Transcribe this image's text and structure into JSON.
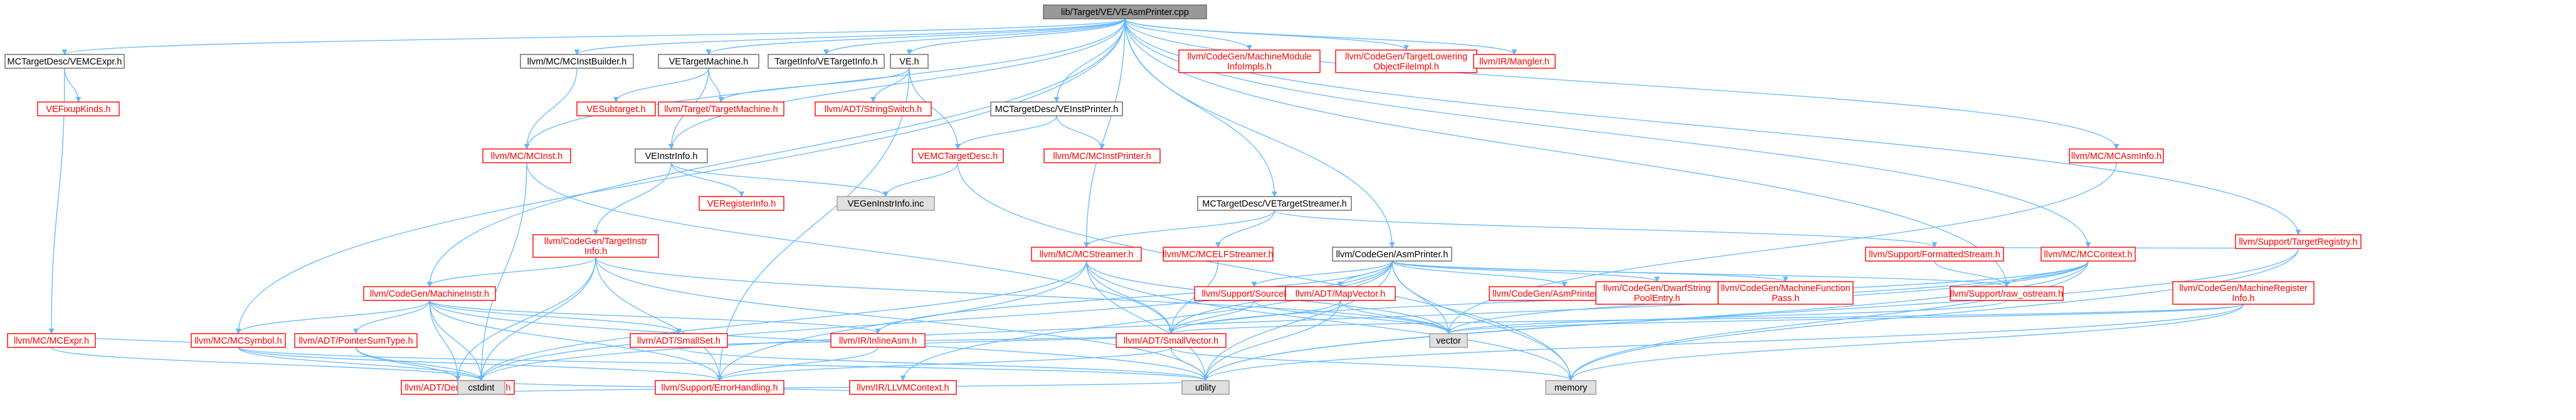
{
  "colors": {
    "root_fill": "#999999",
    "normal_fill": "#ffffff",
    "normal_border": "#666666",
    "normal_text": "#000000",
    "linked_border": "#ff0000",
    "linked_text": "#ff0000",
    "external_fill": "#e0e0e0",
    "external_border": "#999999",
    "edge": "#63b8ff"
  },
  "nodes": [
    {
      "id": "root",
      "kind": "root",
      "label": "lib/Target/VE/VEAsmPrinter.cpp"
    },
    {
      "id": "vemcexpr",
      "kind": "normal",
      "label": "MCTargetDesc/VEMCExpr.h"
    },
    {
      "id": "vefixupkinds",
      "kind": "linked",
      "label": "VEFixupKinds.h"
    },
    {
      "id": "mcexpr",
      "kind": "linked",
      "label": "llvm/MC/MCExpr.h"
    },
    {
      "id": "mcinstbuilder",
      "kind": "normal",
      "label": "llvm/MC/MCInstBuilder.h"
    },
    {
      "id": "mcinst",
      "kind": "linked",
      "label": "llvm/MC/MCInst.h"
    },
    {
      "id": "vetargetmachine",
      "kind": "normal",
      "label": "VETargetMachine.h"
    },
    {
      "id": "vesubtarget",
      "kind": "linked",
      "label": "VESubtarget.h"
    },
    {
      "id": "targetmachine",
      "kind": "linked",
      "label": "llvm/Target/TargetMachine.h"
    },
    {
      "id": "vetargetinfo",
      "kind": "normal",
      "label": "TargetInfo/VETargetInfo.h"
    },
    {
      "id": "ve",
      "kind": "normal",
      "label": "VE.h"
    },
    {
      "id": "stringswitch",
      "kind": "linked",
      "label": "llvm/ADT/StringSwitch.h"
    },
    {
      "id": "veinstprinter",
      "kind": "normal",
      "label": "MCTargetDesc/VEInstPrinter.h"
    },
    {
      "id": "vemctargetdesc",
      "kind": "linked",
      "label": "VEMCTargetDesc.h"
    },
    {
      "id": "mcinstprinter",
      "kind": "linked",
      "label": "llvm/MC/MCInstPrinter.h"
    },
    {
      "id": "veinstrinfo",
      "kind": "normal",
      "label": "VEInstrInfo.h"
    },
    {
      "id": "veregisterinfo",
      "kind": "linked",
      "label": "VERegisterInfo.h"
    },
    {
      "id": "vegeninstrinfo",
      "kind": "external",
      "label": "VEGenInstrInfo.inc"
    },
    {
      "id": "targetinstrinfo",
      "kind": "linked",
      "label": [
        "llvm/CodeGen/TargetInstr",
        "Info.h"
      ]
    },
    {
      "id": "machineinstr",
      "kind": "linked",
      "label": "llvm/CodeGen/MachineInstr.h"
    },
    {
      "id": "mcsymbol",
      "kind": "linked",
      "label": "llvm/MC/MCSymbol.h"
    },
    {
      "id": "pointersumtype",
      "kind": "linked",
      "label": "llvm/ADT/PointerSumType.h"
    },
    {
      "id": "densemapinfo",
      "kind": "linked",
      "label": "llvm/ADT/DenseMapInfo.h"
    },
    {
      "id": "smallset",
      "kind": "linked",
      "label": "llvm/ADT/SmallSet.h"
    },
    {
      "id": "inlineasm",
      "kind": "linked",
      "label": "llvm/IR/InlineAsm.h"
    },
    {
      "id": "llvmcontext",
      "kind": "linked",
      "label": "llvm/IR/LLVMContext.h"
    },
    {
      "id": "machinemoduleinfoimpls",
      "kind": "linked",
      "label": [
        "llvm/CodeGen/MachineModule",
        "InfoImpls.h"
      ]
    },
    {
      "id": "tloweringobjfile",
      "kind": "linked",
      "label": [
        "llvm/CodeGen/TargetLowering",
        "ObjectFileImpl.h"
      ]
    },
    {
      "id": "mangler",
      "kind": "linked",
      "label": "llvm/IR/Mangler.h"
    },
    {
      "id": "vetargetstreamer",
      "kind": "normal",
      "label": "MCTargetDesc/VETargetStreamer.h"
    },
    {
      "id": "mcstreamer",
      "kind": "linked",
      "label": "llvm/MC/MCStreamer.h"
    },
    {
      "id": "mcelfstreamer",
      "kind": "linked",
      "label": "llvm/MC/MCELFStreamer.h"
    },
    {
      "id": "formattedstream",
      "kind": "linked",
      "label": "llvm/Support/FormattedStream.h"
    },
    {
      "id": "asmprinter",
      "kind": "normal",
      "label": "llvm/CodeGen/AsmPrinter.h"
    },
    {
      "id": "sourcemgr",
      "kind": "linked",
      "label": "llvm/Support/SourceMgr.h"
    },
    {
      "id": "mapvector",
      "kind": "linked",
      "label": "llvm/ADT/MapVector.h"
    },
    {
      "id": "asmprinterhandler",
      "kind": "linked",
      "label": "llvm/CodeGen/AsmPrinterHandler.h"
    },
    {
      "id": "dwarfstringpoolentry",
      "kind": "linked",
      "label": [
        "llvm/CodeGen/DwarfString",
        "PoolEntry.h"
      ]
    },
    {
      "id": "machinefunctionpass",
      "kind": "linked",
      "label": [
        "llvm/CodeGen/MachineFunction",
        "Pass.h"
      ]
    },
    {
      "id": "mcasminfo",
      "kind": "linked",
      "label": "llvm/MC/MCAsmInfo.h"
    },
    {
      "id": "targetregistry",
      "kind": "linked",
      "label": "llvm/Support/TargetRegistry.h"
    },
    {
      "id": "mccontext",
      "kind": "linked",
      "label": "llvm/MC/MCContext.h"
    },
    {
      "id": "rawostream",
      "kind": "linked",
      "label": "llvm/Support/raw_ostream.h"
    },
    {
      "id": "machineregisterinfo",
      "kind": "linked",
      "label": [
        "llvm/CodeGen/MachineRegister",
        "Info.h"
      ]
    },
    {
      "id": "smallvector",
      "kind": "linked",
      "label": "llvm/ADT/SmallVector.h"
    },
    {
      "id": "vector",
      "kind": "external",
      "label": "vector"
    },
    {
      "id": "cstdint",
      "kind": "external",
      "label": "cstdint"
    },
    {
      "id": "errorhandling",
      "kind": "linked",
      "label": "llvm/Support/ErrorHandling.h"
    },
    {
      "id": "utility",
      "kind": "external",
      "label": "utility"
    },
    {
      "id": "memory",
      "kind": "external",
      "label": "memory"
    }
  ],
  "edges": [
    [
      "root",
      "vemcexpr"
    ],
    [
      "root",
      "mcinstbuilder"
    ],
    [
      "root",
      "vetargetmachine"
    ],
    [
      "root",
      "vetargetinfo"
    ],
    [
      "root",
      "ve"
    ],
    [
      "root",
      "machinemoduleinfoimpls"
    ],
    [
      "root",
      "tloweringobjfile"
    ],
    [
      "root",
      "mangler"
    ],
    [
      "root",
      "veinstprinter"
    ],
    [
      "root",
      "veinstrinfo"
    ],
    [
      "root",
      "vetargetstreamer"
    ],
    [
      "root",
      "mcstreamer"
    ],
    [
      "root",
      "asmprinter"
    ],
    [
      "root",
      "mcasminfo"
    ],
    [
      "root",
      "targetregistry"
    ],
    [
      "root",
      "mccontext"
    ],
    [
      "root",
      "rawostream"
    ],
    [
      "root",
      "mcsymbol"
    ],
    [
      "root",
      "machineinstr"
    ],
    [
      "root",
      "mcinst"
    ],
    [
      "vemcexpr",
      "vefixupkinds"
    ],
    [
      "vemcexpr",
      "mcexpr"
    ],
    [
      "mcinstbuilder",
      "mcinst"
    ],
    [
      "vetargetmachine",
      "vesubtarget"
    ],
    [
      "vetargetmachine",
      "targetmachine"
    ],
    [
      "vetargetmachine",
      "veinstrinfo"
    ],
    [
      "ve",
      "targetmachine"
    ],
    [
      "ve",
      "stringswitch"
    ],
    [
      "ve",
      "vemctargetdesc"
    ],
    [
      "ve",
      "errorhandling"
    ],
    [
      "veinstprinter",
      "vemctargetdesc"
    ],
    [
      "veinstprinter",
      "mcinstprinter"
    ],
    [
      "vemctargetdesc",
      "vegeninstrinfo"
    ],
    [
      "vemctargetdesc",
      "memory"
    ],
    [
      "mcinst",
      "cstdint"
    ],
    [
      "mcinst",
      "smallvector"
    ],
    [
      "veinstrinfo",
      "vegeninstrinfo"
    ],
    [
      "veinstrinfo",
      "veregisterinfo"
    ],
    [
      "veinstrinfo",
      "targetinstrinfo"
    ],
    [
      "targetinstrinfo",
      "machineinstr"
    ],
    [
      "targetinstrinfo",
      "densemapinfo"
    ],
    [
      "targetinstrinfo",
      "errorhandling"
    ],
    [
      "targetinstrinfo",
      "cstdint"
    ],
    [
      "targetinstrinfo",
      "utility"
    ],
    [
      "targetinstrinfo",
      "vector"
    ],
    [
      "machineinstr",
      "mcsymbol"
    ],
    [
      "machineinstr",
      "pointersumtype"
    ],
    [
      "machineinstr",
      "densemapinfo"
    ],
    [
      "machineinstr",
      "smallset"
    ],
    [
      "machineinstr",
      "inlineasm"
    ],
    [
      "machineinstr",
      "cstdint"
    ],
    [
      "machineinstr",
      "utility"
    ],
    [
      "machineinstr",
      "errorhandling"
    ],
    [
      "mcsymbol",
      "mcexpr"
    ],
    [
      "mcsymbol",
      "cstdint"
    ],
    [
      "mcsymbol",
      "utility"
    ],
    [
      "mcsymbol",
      "errorhandling"
    ],
    [
      "pointersumtype",
      "densemapinfo"
    ],
    [
      "pointersumtype",
      "cstdint"
    ],
    [
      "densemapinfo",
      "cstdint"
    ],
    [
      "densemapinfo",
      "utility"
    ],
    [
      "smallset",
      "smallvector"
    ],
    [
      "smallset",
      "utility"
    ],
    [
      "inlineasm",
      "smallvector"
    ],
    [
      "inlineasm",
      "errorhandling"
    ],
    [
      "llvmcontext",
      "cstdint"
    ],
    [
      "mcexpr",
      "cstdint"
    ],
    [
      "vetargetstreamer",
      "mcstreamer"
    ],
    [
      "vetargetstreamer",
      "mcelfstreamer"
    ],
    [
      "vetargetstreamer",
      "formattedstream"
    ],
    [
      "mcstreamer",
      "smallvector"
    ],
    [
      "mcstreamer",
      "cstdint"
    ],
    [
      "mcstreamer",
      "memory"
    ],
    [
      "mcstreamer",
      "utility"
    ],
    [
      "mcstreamer",
      "vector"
    ],
    [
      "mcstreamer",
      "errorhandling"
    ],
    [
      "mcelfstreamer",
      "smallvector"
    ],
    [
      "formattedstream",
      "rawostream"
    ],
    [
      "asmprinter",
      "mapvector"
    ],
    [
      "asmprinter",
      "smallvector"
    ],
    [
      "asmprinter",
      "sourcemgr"
    ],
    [
      "asmprinter",
      "asmprinterhandler"
    ],
    [
      "asmprinter",
      "dwarfstringpoolentry"
    ],
    [
      "asmprinter",
      "machinefunctionpass"
    ],
    [
      "asmprinter",
      "inlineasm"
    ],
    [
      "asmprinter",
      "llvmcontext"
    ],
    [
      "asmprinter",
      "cstdint"
    ],
    [
      "asmprinter",
      "memory"
    ],
    [
      "asmprinter",
      "utility"
    ],
    [
      "asmprinter",
      "vector"
    ],
    [
      "sourcemgr",
      "smallvector"
    ],
    [
      "sourcemgr",
      "vector"
    ],
    [
      "mapvector",
      "smallvector"
    ],
    [
      "mapvector",
      "vector"
    ],
    [
      "mapvector",
      "utility"
    ],
    [
      "smallvector",
      "errorhandling"
    ],
    [
      "smallvector",
      "utility"
    ],
    [
      "smallvector",
      "memory"
    ],
    [
      "mcasminfo",
      "vector"
    ],
    [
      "targetregistry",
      "formattedstream"
    ],
    [
      "targetregistry",
      "memory"
    ],
    [
      "targetregistry",
      "utility"
    ],
    [
      "mccontext",
      "rawostream"
    ],
    [
      "mccontext",
      "smallvector"
    ],
    [
      "mccontext",
      "memory"
    ],
    [
      "mccontext",
      "utility"
    ],
    [
      "mccontext",
      "vector"
    ],
    [
      "mccontext",
      "cstdint"
    ],
    [
      "rawostream",
      "vector"
    ],
    [
      "machineregisterinfo",
      "smallvector"
    ],
    [
      "machineregisterinfo",
      "memory"
    ],
    [
      "machineregisterinfo",
      "utility"
    ],
    [
      "machineregisterinfo",
      "vector"
    ],
    [
      "asmprinter",
      "rawostream"
    ]
  ]
}
